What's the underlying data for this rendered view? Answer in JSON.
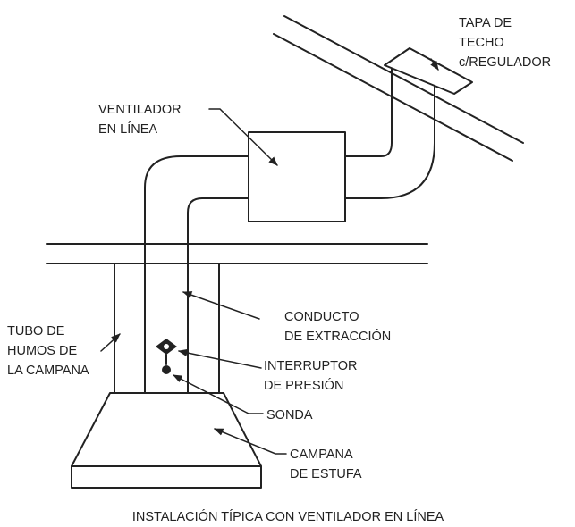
{
  "labels": {
    "roof_cap": [
      "TAPA DE",
      "TECHO",
      "c/REGULADOR"
    ],
    "inline_fan": [
      "VENTILADOR",
      "EN LÍNEA"
    ],
    "exhaust_duct": [
      "CONDUCTO",
      "DE EXTRACCIÓN"
    ],
    "hood_flue": [
      "TUBO DE",
      "HUMOS DE",
      "LA CAMPANA"
    ],
    "pressure_switch": [
      "INTERRUPTOR",
      "DE PRESIÓN"
    ],
    "probe": "SONDA",
    "stove_hood": [
      "CAMPANA",
      "DE ESTUFA"
    ]
  },
  "caption": "INSTALACIÓN TÍPICA CON VENTILADOR EN LÍNEA",
  "colors": {
    "line": "#222222",
    "background": "#ffffff"
  }
}
